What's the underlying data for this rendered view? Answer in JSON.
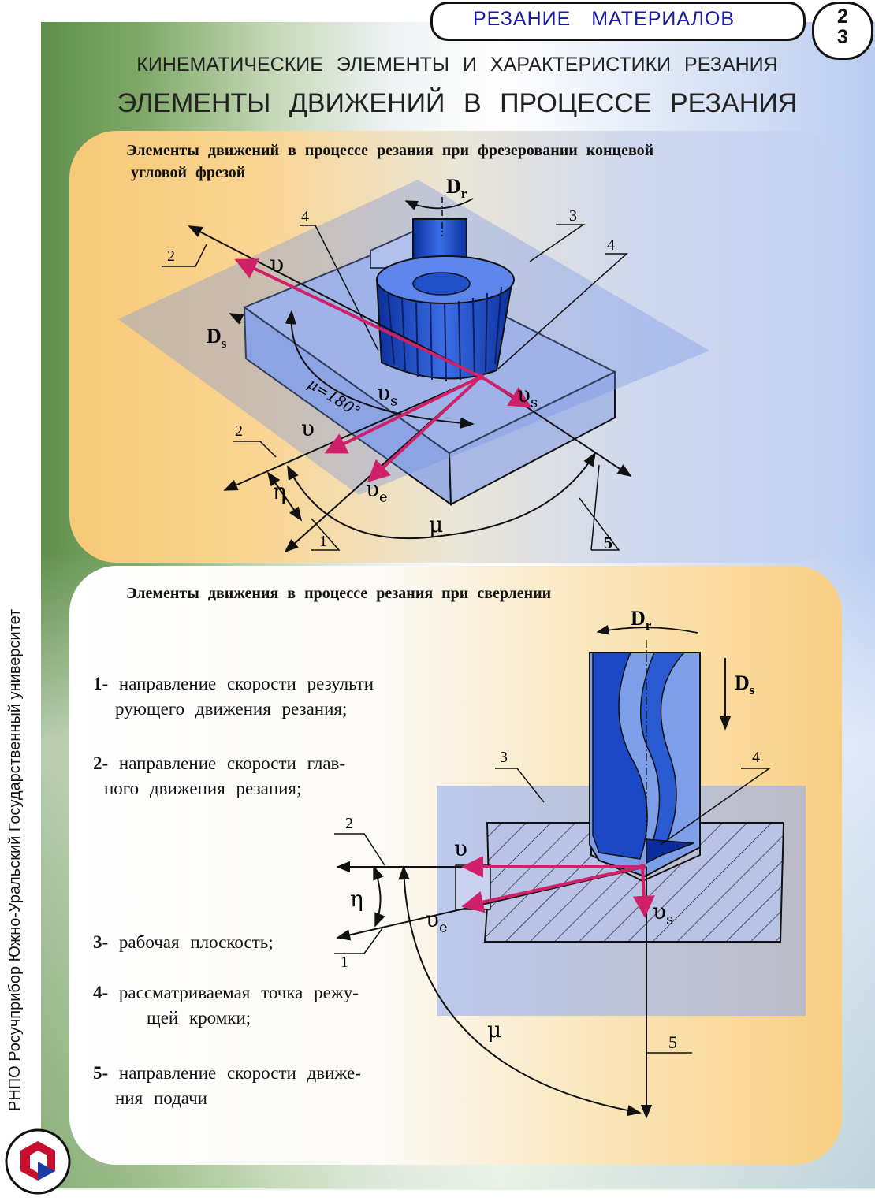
{
  "header": {
    "section_tab": "РЕЗАНИЕ   МАТЕРИАЛОВ",
    "page_top": "2",
    "page_bottom": "3",
    "title": "КИНЕМАТИЧЕСКИЕ   ЭЛЕМЕНТЫ И ХАРАКТЕРИСТИКИ РЕЗАНИЯ",
    "subtitle": "ЭЛЕМЕНТЫ   ДВИЖЕНИЙ В ПРОЦЕССЕ   РЕЗАНИЯ"
  },
  "milling": {
    "caption_line1": "Элементы движений в процессе резания при фрезеровании концевой",
    "caption_line2": "угловой фрезой",
    "labels": {
      "dr_main": "D",
      "dr_sub": "r",
      "ds_main": "D",
      "ds_sub": "s",
      "n2a": "2",
      "n4a": "4",
      "n3": "3",
      "n4b": "4",
      "n2b": "2",
      "n1": "1",
      "n5": "5",
      "v1": "υ",
      "v2": "υ",
      "vs1_main": "υ",
      "vs1_sub": "s",
      "vs2_main": "υ",
      "vs2_sub": "s",
      "ve_main": "υ",
      "ve_sub": "e",
      "eta": "η",
      "mu": "μ",
      "mu180": "μ=180°"
    }
  },
  "drilling": {
    "caption": "Элементы движения в процессе резания при сверлении",
    "labels": {
      "dr_main": "D",
      "dr_sub": "r",
      "ds_main": "D",
      "ds_sub": "s",
      "n3": "3",
      "n4": "4",
      "n2": "2",
      "n1": "1",
      "n5": "5",
      "v": "υ",
      "ve_main": "υ",
      "ve_sub": "e",
      "vs_main": "υ",
      "vs_sub": "s",
      "eta": "η",
      "mu": "μ"
    }
  },
  "legend": [
    {
      "num": "1-",
      "line1": "направление  скорости  результи",
      "line2": "рующего  движения  резания;"
    },
    {
      "num": "2-",
      "line1": "направление   скорости  глав-",
      "line2": "ного  движения  резания;"
    },
    {
      "num": "3-",
      "line1": "рабочая  плоскость;",
      "line2": ""
    },
    {
      "num": "4-",
      "line1": "рассматриваемая  точка  режу-",
      "line2": "щей  кромки;"
    },
    {
      "num": "5-",
      "line1": "направление  скорости  движе-",
      "line2": "ния  подачи"
    }
  ],
  "sidebar_text": "РНПО Росучприбор     Южно-Уральский  Государственный  университет",
  "colors": {
    "accent_title": "#1a1aa8",
    "arrow": "#d0206a",
    "tool_blue": "#1f4fc8",
    "plane_blue": "#9fb4ee",
    "panel_orange": "#f8c66f"
  }
}
